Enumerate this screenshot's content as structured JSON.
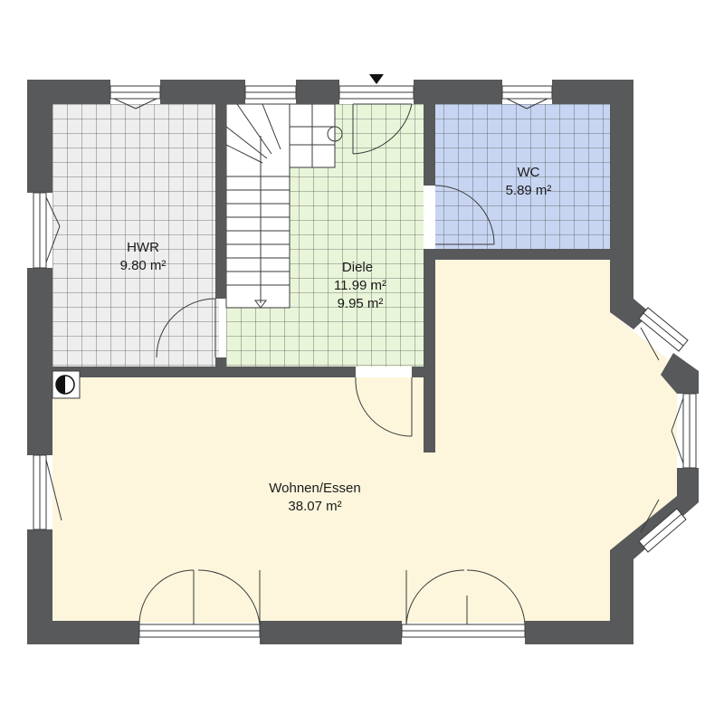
{
  "rooms": {
    "hwr": {
      "name": "HWR",
      "area": "9.80 m²"
    },
    "diele": {
      "name": "Diele",
      "area": "11.99 m²",
      "area2": "9.95 m²"
    },
    "wc": {
      "name": "WC",
      "area": "5.89 m²"
    },
    "wohnen": {
      "name": "Wohnen/Essen",
      "area": "38.07 m²"
    }
  },
  "colors": {
    "wall": "#58595b",
    "hwr_fill": "#eeeeee",
    "diele_fill": "#e9f5d9",
    "wc_fill": "#c7d5f2",
    "wohnen_fill": "#fdf6dc",
    "tile_grid": "#555555"
  },
  "icons": {
    "entrance": "entrance-arrow-icon",
    "meter": "half-circle-meter-icon"
  }
}
